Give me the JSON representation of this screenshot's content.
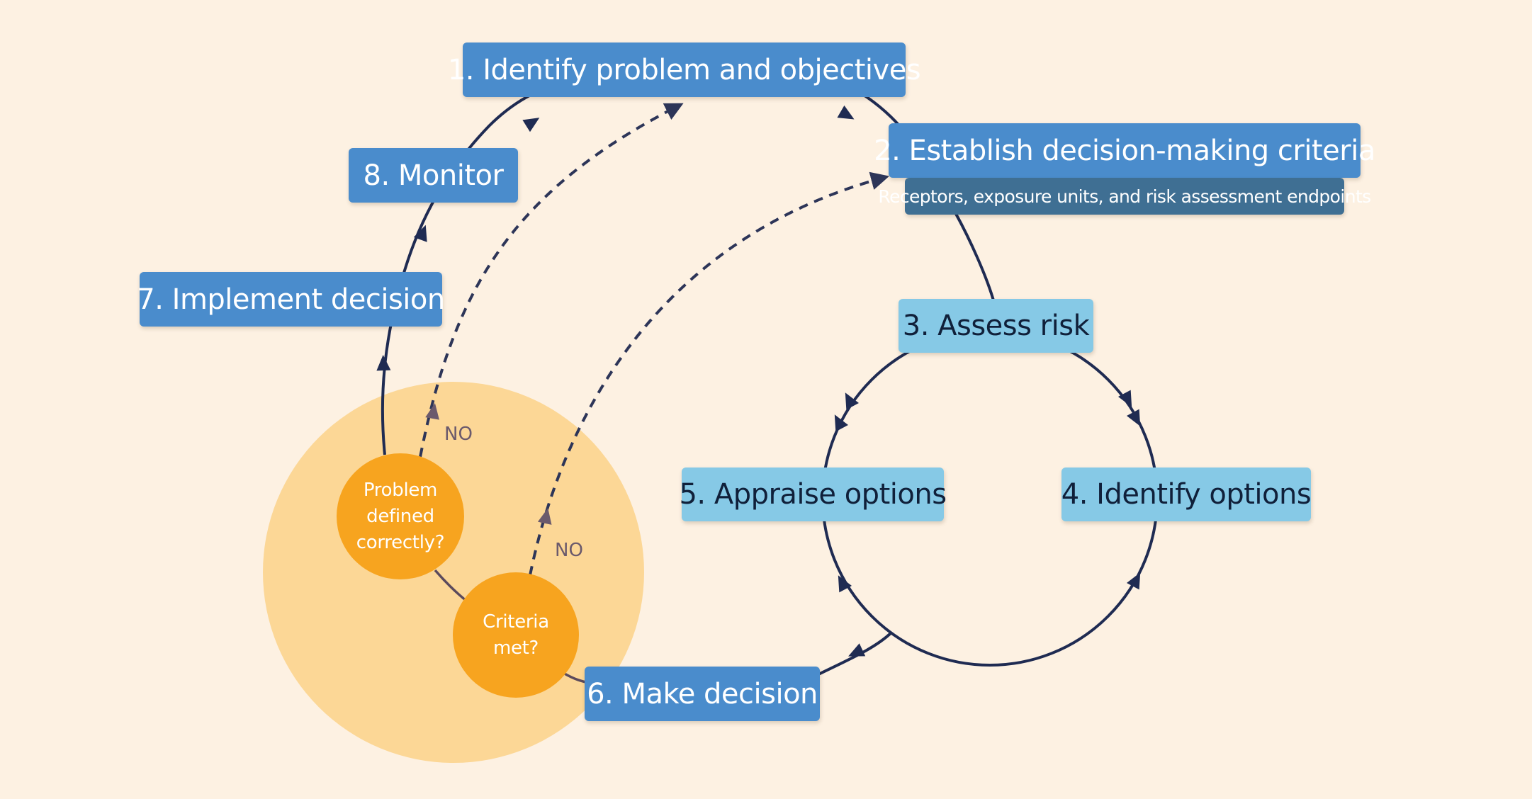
{
  "steps": {
    "step1": "1. Identify problem and objectives",
    "step2": "2. Establish decision-making criteria",
    "step2_detail": "Receptors, exposure units, and risk assessment endpoints",
    "step3": "3. Assess risk",
    "step4": "4. Identify options",
    "step5": "5. Appraise options",
    "step6": "6. Make decision",
    "step7": "7. Implement decision",
    "step8": "8. Monitor"
  },
  "checks": {
    "problem": [
      "Problem",
      "defined",
      "correctly?"
    ],
    "criteria": [
      "Criteria",
      "met?"
    ],
    "no_label": "NO"
  },
  "colors": {
    "background": "#fdf1e2",
    "primary_step": "#4a8ccc",
    "risk_step": "#86c9e6",
    "criteria_detail": "#3f6f93",
    "check_zone": "#fcd796",
    "check_bubble": "#f7a41f",
    "flow_line": "#1f2b52",
    "loop_back_line": "#2d3558",
    "loop_back_arrow": "#6b5a6c"
  }
}
